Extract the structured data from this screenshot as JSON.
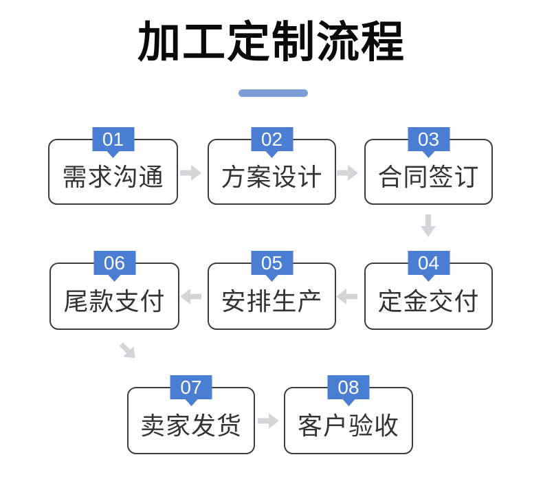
{
  "page": {
    "title": "加工定制流程"
  },
  "colors": {
    "accent": "#4a7ed3",
    "underline": "#7b9ed6",
    "arrow": "#d3d5d8",
    "border": "#3c3c3c",
    "text": "#333333"
  },
  "steps": [
    {
      "number": "01",
      "label": "需求沟通"
    },
    {
      "number": "02",
      "label": "方案设计"
    },
    {
      "number": "03",
      "label": "合同签订"
    },
    {
      "number": "04",
      "label": "定金交付"
    },
    {
      "number": "05",
      "label": "安排生产"
    },
    {
      "number": "06",
      "label": "尾款支付"
    },
    {
      "number": "07",
      "label": "卖家发货"
    },
    {
      "number": "08",
      "label": "客户验收"
    }
  ]
}
